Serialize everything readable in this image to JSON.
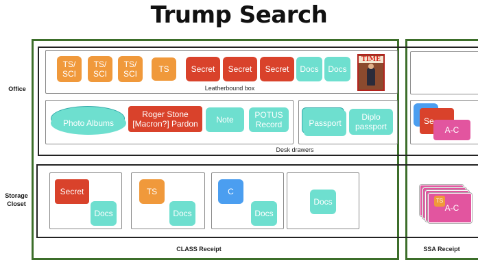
{
  "title": "Trump Search",
  "rows": {
    "office": "Office",
    "storage": "Storage Closet"
  },
  "sections": {
    "leatherbound_box": "Leatherbound box",
    "desk_drawers": "Desk drawers",
    "class_receipt": "CLASS Receipt",
    "ssa_receipt": "SSA Receipt"
  },
  "leatherbound_items": [
    "TS/ SCI",
    "TS/ SCI",
    "TS/ SCI",
    "TS",
    "Secret",
    "Secret",
    "Secret",
    "Docs",
    "Docs"
  ],
  "time_cover_text": "TIME",
  "desk_items": {
    "photo_albums": "Photo Albums",
    "roger_stone": "Roger Stone [Macron?] Pardon",
    "note": "Note",
    "potus_record": "POTUS Record",
    "passport": "Passport",
    "diplo_passport": "Diplo passport"
  },
  "ssa_office": {
    "secret_partial": "Se",
    "ac": "A-C"
  },
  "storage_boxes": [
    {
      "top": "Secret",
      "bottom": "Docs"
    },
    {
      "top": "TS",
      "bottom": "Docs"
    },
    {
      "top": "C",
      "bottom": "Docs"
    },
    {
      "bottom": "Docs"
    }
  ],
  "ssa_storage": {
    "badge": "TS",
    "ac": "A-C"
  },
  "colors": {
    "green_border": "#3c6e2a",
    "orange": "#f0993b",
    "red": "#d9422b",
    "teal": "#6edfcf",
    "blue": "#4b9ef0",
    "pink": "#e2559f"
  }
}
